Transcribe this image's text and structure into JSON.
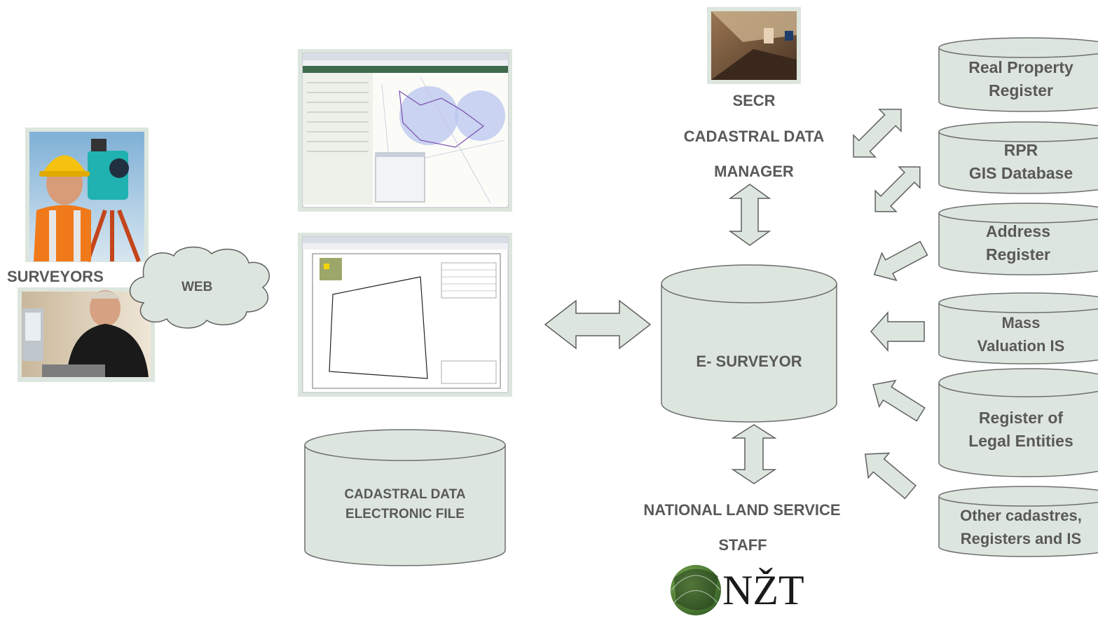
{
  "actors": {
    "surveyors": "SURVEYORS",
    "web": "WEB",
    "secr_line1": "SECR",
    "secr_line2": "CADASTRAL  DATA",
    "secr_line3": "MANAGER",
    "staff_line1": "NATIONAL  LAND SERVICE",
    "staff_line2": "STAFF",
    "logo_text": "NŽT"
  },
  "central_db": "E- SURVEYOR",
  "file_db": {
    "line1": "CADASTRAL DATA",
    "line2": "ELECTRONIC FILE"
  },
  "registers": [
    {
      "line1": "Real Property",
      "line2": "Register"
    },
    {
      "line1": "RPR",
      "line2": "GIS Database"
    },
    {
      "line1": "Address",
      "line2": "Register"
    },
    {
      "line1": "Mass",
      "line2": "Valuation IS"
    },
    {
      "line1": "Register of",
      "line2": "Legal Entities"
    },
    {
      "line1": "Other cadastres,",
      "line2": "Registers and IS"
    }
  ],
  "colors": {
    "shape_fill": "#dde6de",
    "shape_stroke": "#6f6f6f",
    "text": "#595959"
  }
}
